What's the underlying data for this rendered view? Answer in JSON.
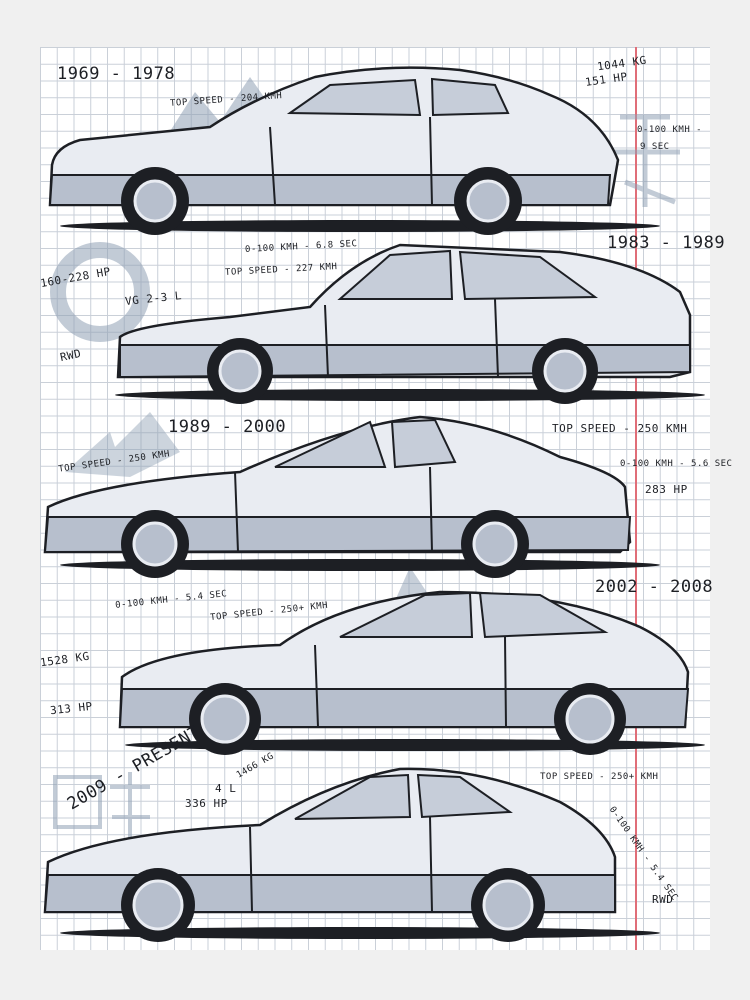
{
  "poster": {
    "colors": {
      "paper": "#ffffff",
      "grid": "#c9cfd8",
      "margin_line": "#e06e78",
      "ink": "#1d1f24",
      "body_light": "#e9ecf2",
      "body_shade": "#b7bfcd",
      "splash": "#8fa0b4"
    },
    "cars": [
      {
        "years": "1969 - 1978",
        "specs": [
          "TOP SPEED - 204 KMH",
          "1044 KG",
          "151 HP",
          "0-100 KMH -",
          "9 SEC"
        ]
      },
      {
        "years": "1983 - 1989",
        "specs": [
          "0-100 KMH - 6.8 SEC",
          "TOP SPEED - 227 KMH",
          "160-228 HP",
          "VG 2-3 L",
          "RWD"
        ]
      },
      {
        "years": "1989 - 2000",
        "specs": [
          "TOP SPEED - 250 KMH",
          "TOP SPEED - 250 KMH",
          "0-100 KMH - 5.6 SEC",
          "283 HP"
        ]
      },
      {
        "years": "2002 - 2008",
        "specs": [
          "0-100 KMH - 5.4 SEC",
          "TOP SPEED - 250+ KMH",
          "1528 KG",
          "313 HP"
        ]
      },
      {
        "years": "2009 - PRESENT",
        "specs": [
          "4 L",
          "336 HP",
          "1466 KG",
          "TOP SPEED - 250+ KMH",
          "0-100 KMH - 5.4 SEC",
          "RWD"
        ]
      }
    ]
  }
}
